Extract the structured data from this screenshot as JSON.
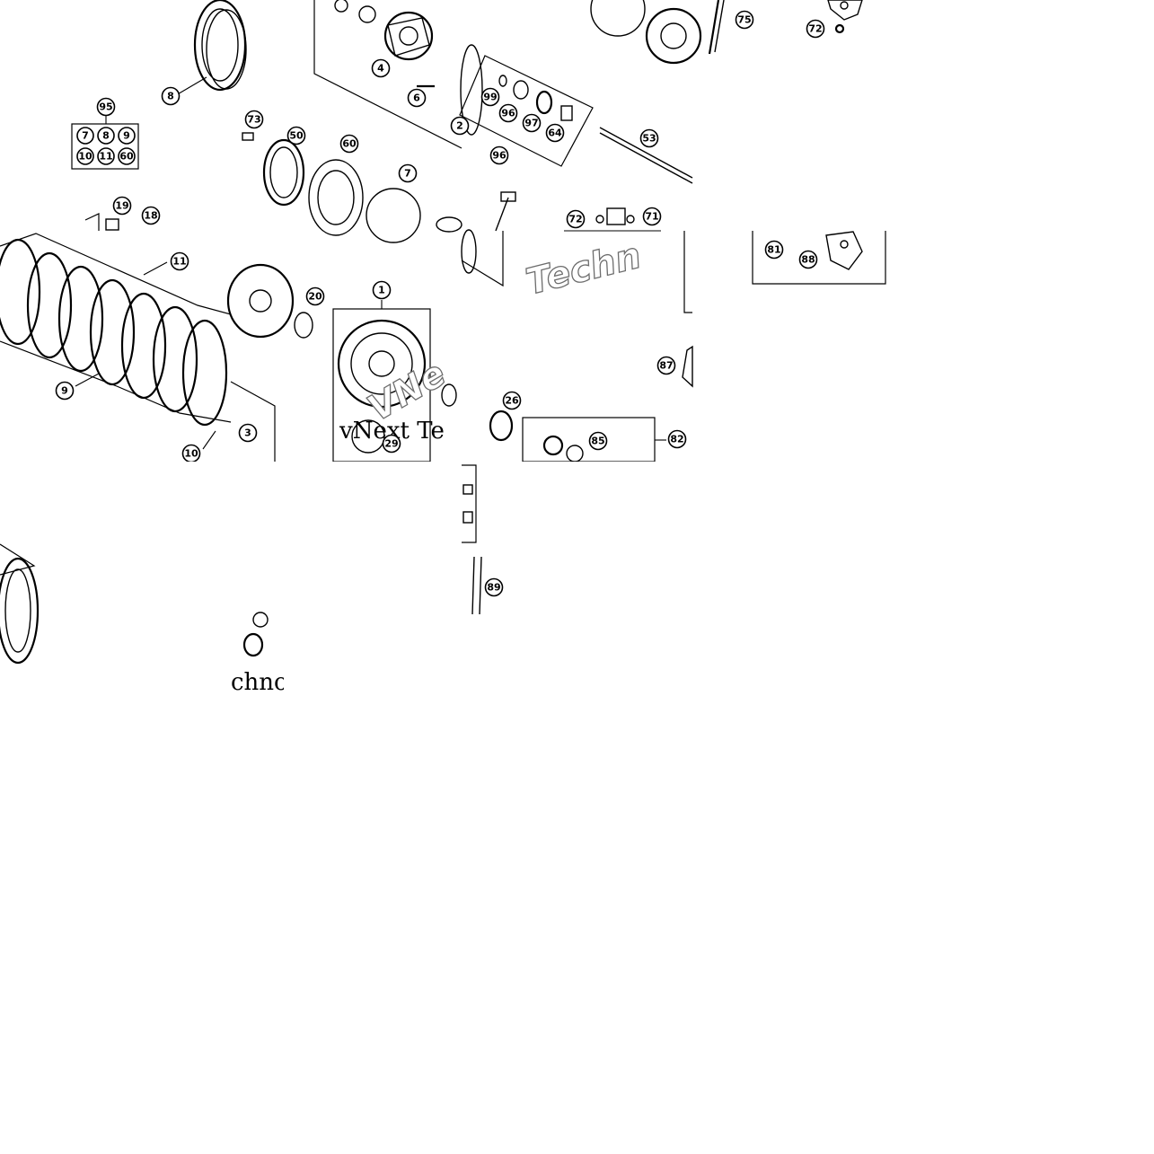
{
  "callouts": [
    {
      "id": "c95",
      "label": "95"
    },
    {
      "id": "c8a",
      "label": "8"
    },
    {
      "id": "c4",
      "label": "4"
    },
    {
      "id": "c6",
      "label": "6"
    },
    {
      "id": "c2",
      "label": "2"
    },
    {
      "id": "c73",
      "label": "73"
    },
    {
      "id": "c50",
      "label": "50"
    },
    {
      "id": "c60",
      "label": "60"
    },
    {
      "id": "c7",
      "label": "7"
    },
    {
      "id": "c99",
      "label": "99"
    },
    {
      "id": "c96a",
      "label": "96"
    },
    {
      "id": "c97",
      "label": "97"
    },
    {
      "id": "c64",
      "label": "64"
    },
    {
      "id": "c96b",
      "label": "96"
    },
    {
      "id": "c53",
      "label": "53"
    },
    {
      "id": "c75",
      "label": "75"
    },
    {
      "id": "c72a",
      "label": "72"
    },
    {
      "id": "c72b",
      "label": "72"
    },
    {
      "id": "c71",
      "label": "71"
    },
    {
      "id": "c19",
      "label": "19"
    },
    {
      "id": "c18",
      "label": "18"
    },
    {
      "id": "c11",
      "label": "11"
    },
    {
      "id": "c9",
      "label": "9"
    },
    {
      "id": "c10",
      "label": "10"
    },
    {
      "id": "c3",
      "label": "3"
    },
    {
      "id": "c20",
      "label": "20"
    },
    {
      "id": "c1",
      "label": "1"
    },
    {
      "id": "c29",
      "label": "29"
    },
    {
      "id": "c26",
      "label": "26"
    },
    {
      "id": "c82",
      "label": "82"
    },
    {
      "id": "c85",
      "label": "85"
    },
    {
      "id": "c87",
      "label": "87"
    },
    {
      "id": "c81",
      "label": "81"
    },
    {
      "id": "c88",
      "label": "88"
    },
    {
      "id": "c89",
      "label": "89"
    }
  ],
  "kit_grid": [
    "7",
    "8",
    "9",
    "10",
    "11",
    "60"
  ],
  "watermarks": {
    "italic_1": "Techn",
    "italic_2": "VNe",
    "serif_1": "vNext Te",
    "serif_2": "chno"
  }
}
